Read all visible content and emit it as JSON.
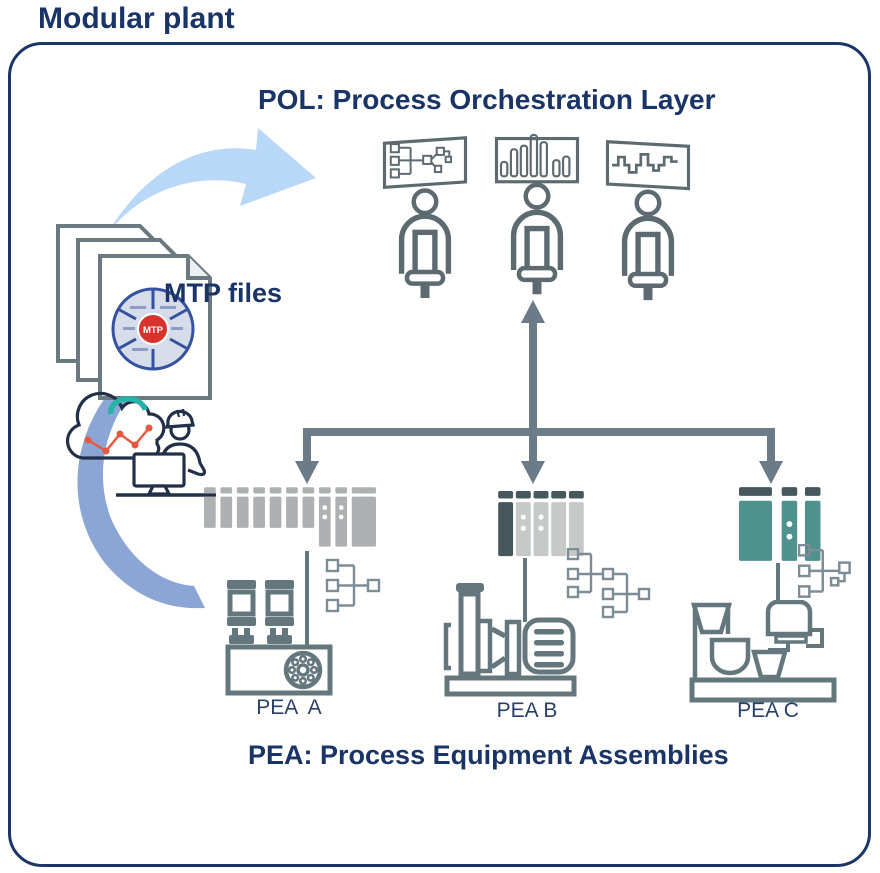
{
  "title": "Modular plant",
  "pol": {
    "heading": "POL: Process Orchestration Layer",
    "operators": [
      {
        "icon": "operator-at-flowchart-screen"
      },
      {
        "icon": "operator-at-barchart-screen"
      },
      {
        "icon": "operator-at-signal-screen"
      }
    ]
  },
  "mtp": {
    "label": "MTP files",
    "wheel_center": "MTP"
  },
  "pea": {
    "heading": "PEA: Process Equipment Assemblies",
    "units": [
      {
        "label": "PEA  A"
      },
      {
        "label": "PEA B"
      },
      {
        "label": "PEA C"
      }
    ]
  },
  "colors": {
    "heading_navy": "#1a3467",
    "frame_border": "#1b3666",
    "icon_gray": "#5d6b70",
    "equipment_gray": "#64777d",
    "plc_light_gray": "#aeb1b2",
    "plc_dark_slate": "#46585c",
    "plc_teal": "#4f918e",
    "tree_gray": "#7e8d95",
    "distribution_arrow_gray": "#6b7c88",
    "swoosh_light_blue": "#b9d8f8",
    "swoosh_blue": "#8ba6d4",
    "mtp_red": "#d8322d",
    "mtp_blue": "#3552a0",
    "accent_teal": "#27b3aa",
    "accent_red": "#e8573f",
    "engineer_navy": "#233049"
  }
}
